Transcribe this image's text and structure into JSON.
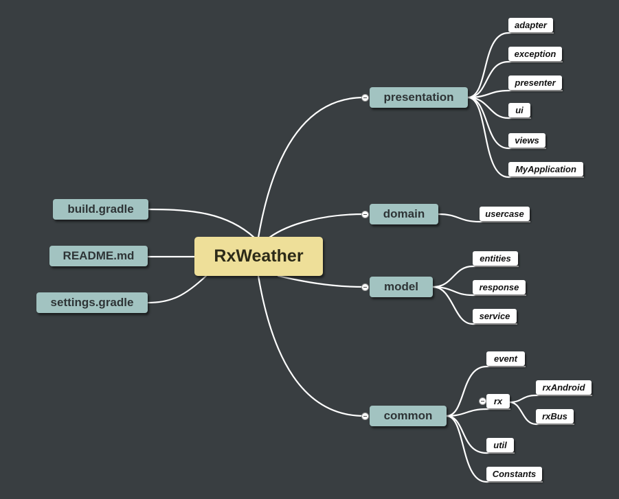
{
  "root": {
    "label": "RxWeather"
  },
  "left_topics": [
    {
      "label": "build.gradle"
    },
    {
      "label": "README.md"
    },
    {
      "label": "settings.gradle"
    }
  ],
  "right_topics": [
    {
      "label": "presentation",
      "children": [
        "adapter",
        "exception",
        "presenter",
        "ui",
        "views",
        "MyApplication"
      ]
    },
    {
      "label": "domain",
      "children": [
        "usercase"
      ]
    },
    {
      "label": "model",
      "children": [
        "entities",
        "response",
        "service"
      ]
    },
    {
      "label": "common",
      "children": [
        "event",
        "rx",
        "util",
        "Constants"
      ],
      "rx_children": [
        "rxAndroid",
        "rxBus"
      ]
    }
  ],
  "colors": {
    "background": "#393e41",
    "root_fill": "#eedf99",
    "topic_fill": "#a2c3c1",
    "leaf_fill": "#ffffff",
    "connector": "#ffffff"
  }
}
